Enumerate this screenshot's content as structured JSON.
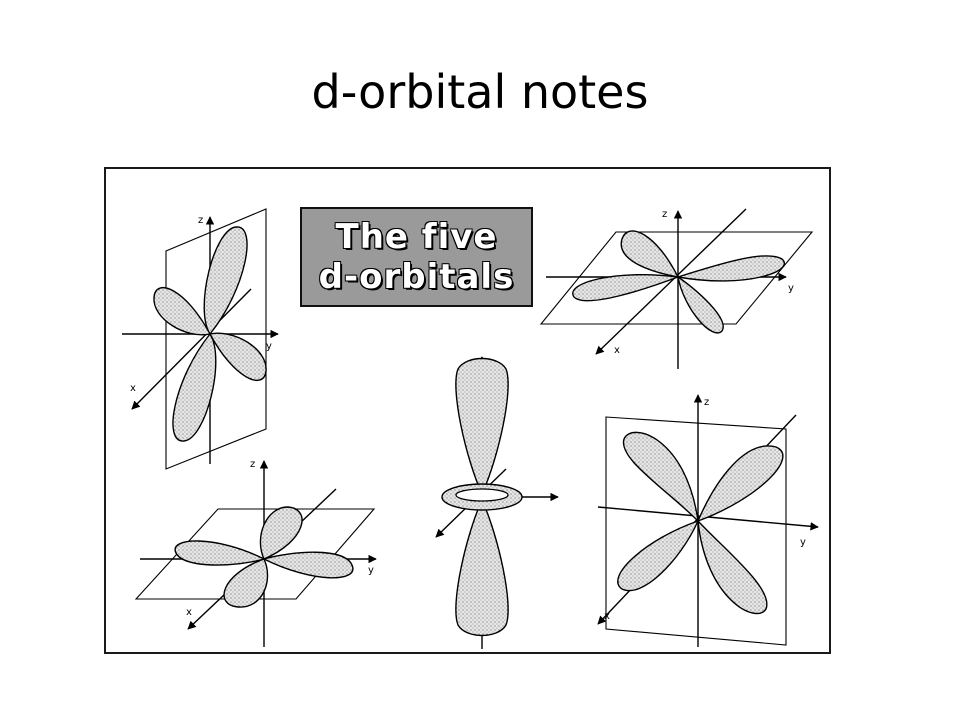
{
  "slide": {
    "title": "d-orbital notes"
  },
  "figure": {
    "heading_lines": [
      "The five",
      "d-orbitals"
    ],
    "axis_labels": {
      "x": "x",
      "y": "y",
      "z": "z"
    }
  }
}
